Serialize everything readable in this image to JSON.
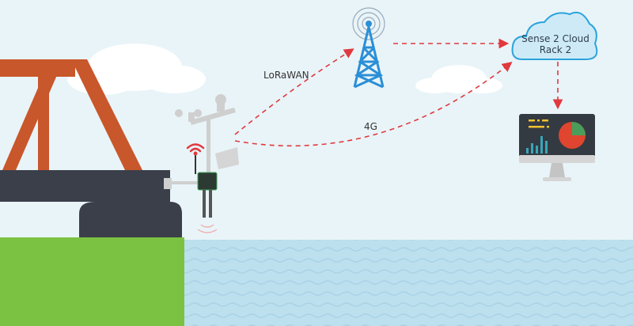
{
  "labels": {
    "lorawan": "LoRaWAN",
    "cellular": "4G",
    "cloud_line1": "Sense 2 Cloud",
    "cloud_line2": "Rack 2"
  },
  "colors": {
    "sky": "#e9f4f8",
    "bridge_truss": "#c8572b",
    "bridge_deck": "#3b3f4a",
    "grass": "#7cc242",
    "water": "#bde0ee",
    "link": "#e0393e",
    "tower": "#2b8fd6",
    "cloud_fill": "#cfeaf7",
    "cloud_stroke": "#2aa3dc",
    "monitor": "#333a42",
    "chart_teal": "#3aa6b9",
    "pie_red": "#e0452f",
    "pie_green": "#4a9e5c",
    "dash_yellow": "#f2c12e"
  }
}
